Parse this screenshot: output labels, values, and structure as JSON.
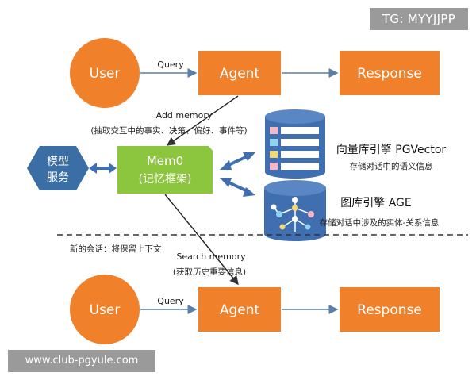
{
  "watermarks": {
    "top": "TG: MYYJJPP",
    "bottom": "www.club-pgyule.com"
  },
  "top_flow": {
    "user": "User",
    "query_label": "Query",
    "agent": "Agent",
    "response": "Response"
  },
  "add_memory": {
    "title": "Add memory",
    "detail": "(抽取交互中的事实、决策、偏好、事件等)"
  },
  "model_service": {
    "line1": "模型",
    "line2": "服务"
  },
  "mem0": {
    "line1": "Mem0",
    "line2": "(记忆框架)"
  },
  "vector_store": {
    "title": "向量库引擎 PGVector",
    "subtitle": "存储对话中的语义信息"
  },
  "graph_store": {
    "title": "图库引擎 AGE",
    "subtitle": "存储对话中涉及的实体-关系信息"
  },
  "new_session": "新的会话：将保留上下文",
  "search_memory": {
    "title": "Search memory",
    "detail": "(获取历史重要信息)"
  },
  "bottom_flow": {
    "user": "User",
    "query_label": "Query",
    "agent": "Agent",
    "response": "Response"
  },
  "colors": {
    "orange": "#f0802a",
    "mem0_green": "#8cc63f",
    "hexagon_blue": "#3a6ea5",
    "cylinder_blue": "#3f6fb0",
    "arrow_dark": "#333333",
    "arrow_blue": "#2f6db5"
  }
}
